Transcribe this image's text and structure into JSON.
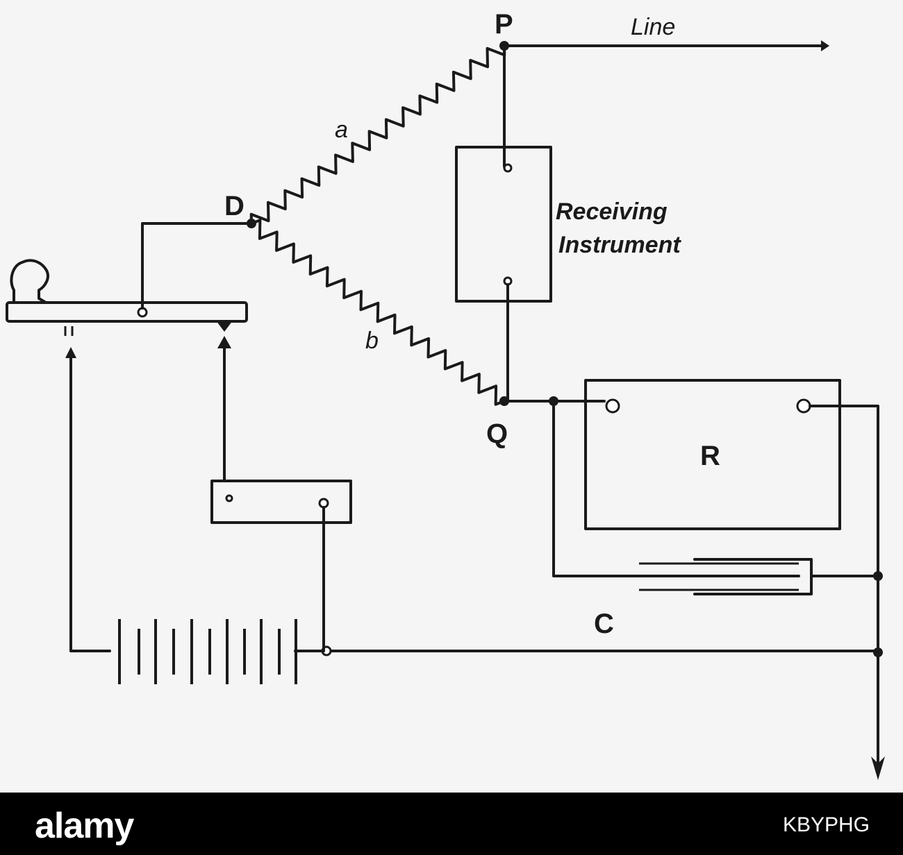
{
  "diagram": {
    "labels": {
      "line": "Line",
      "p": "P",
      "d": "D",
      "q": "Q",
      "r": "R",
      "c": "C",
      "a": "a",
      "b": "b",
      "receiving_line1": "Receiving",
      "receiving_line2": "Instrument"
    }
  },
  "watermark": {
    "brand": "alamy",
    "image_id": "KBYPHG"
  },
  "colors": {
    "ink": "#1a1a1a",
    "paper": "#f5f5f5",
    "watermark_bg": "#000000",
    "watermark_text": "#ffffff"
  }
}
